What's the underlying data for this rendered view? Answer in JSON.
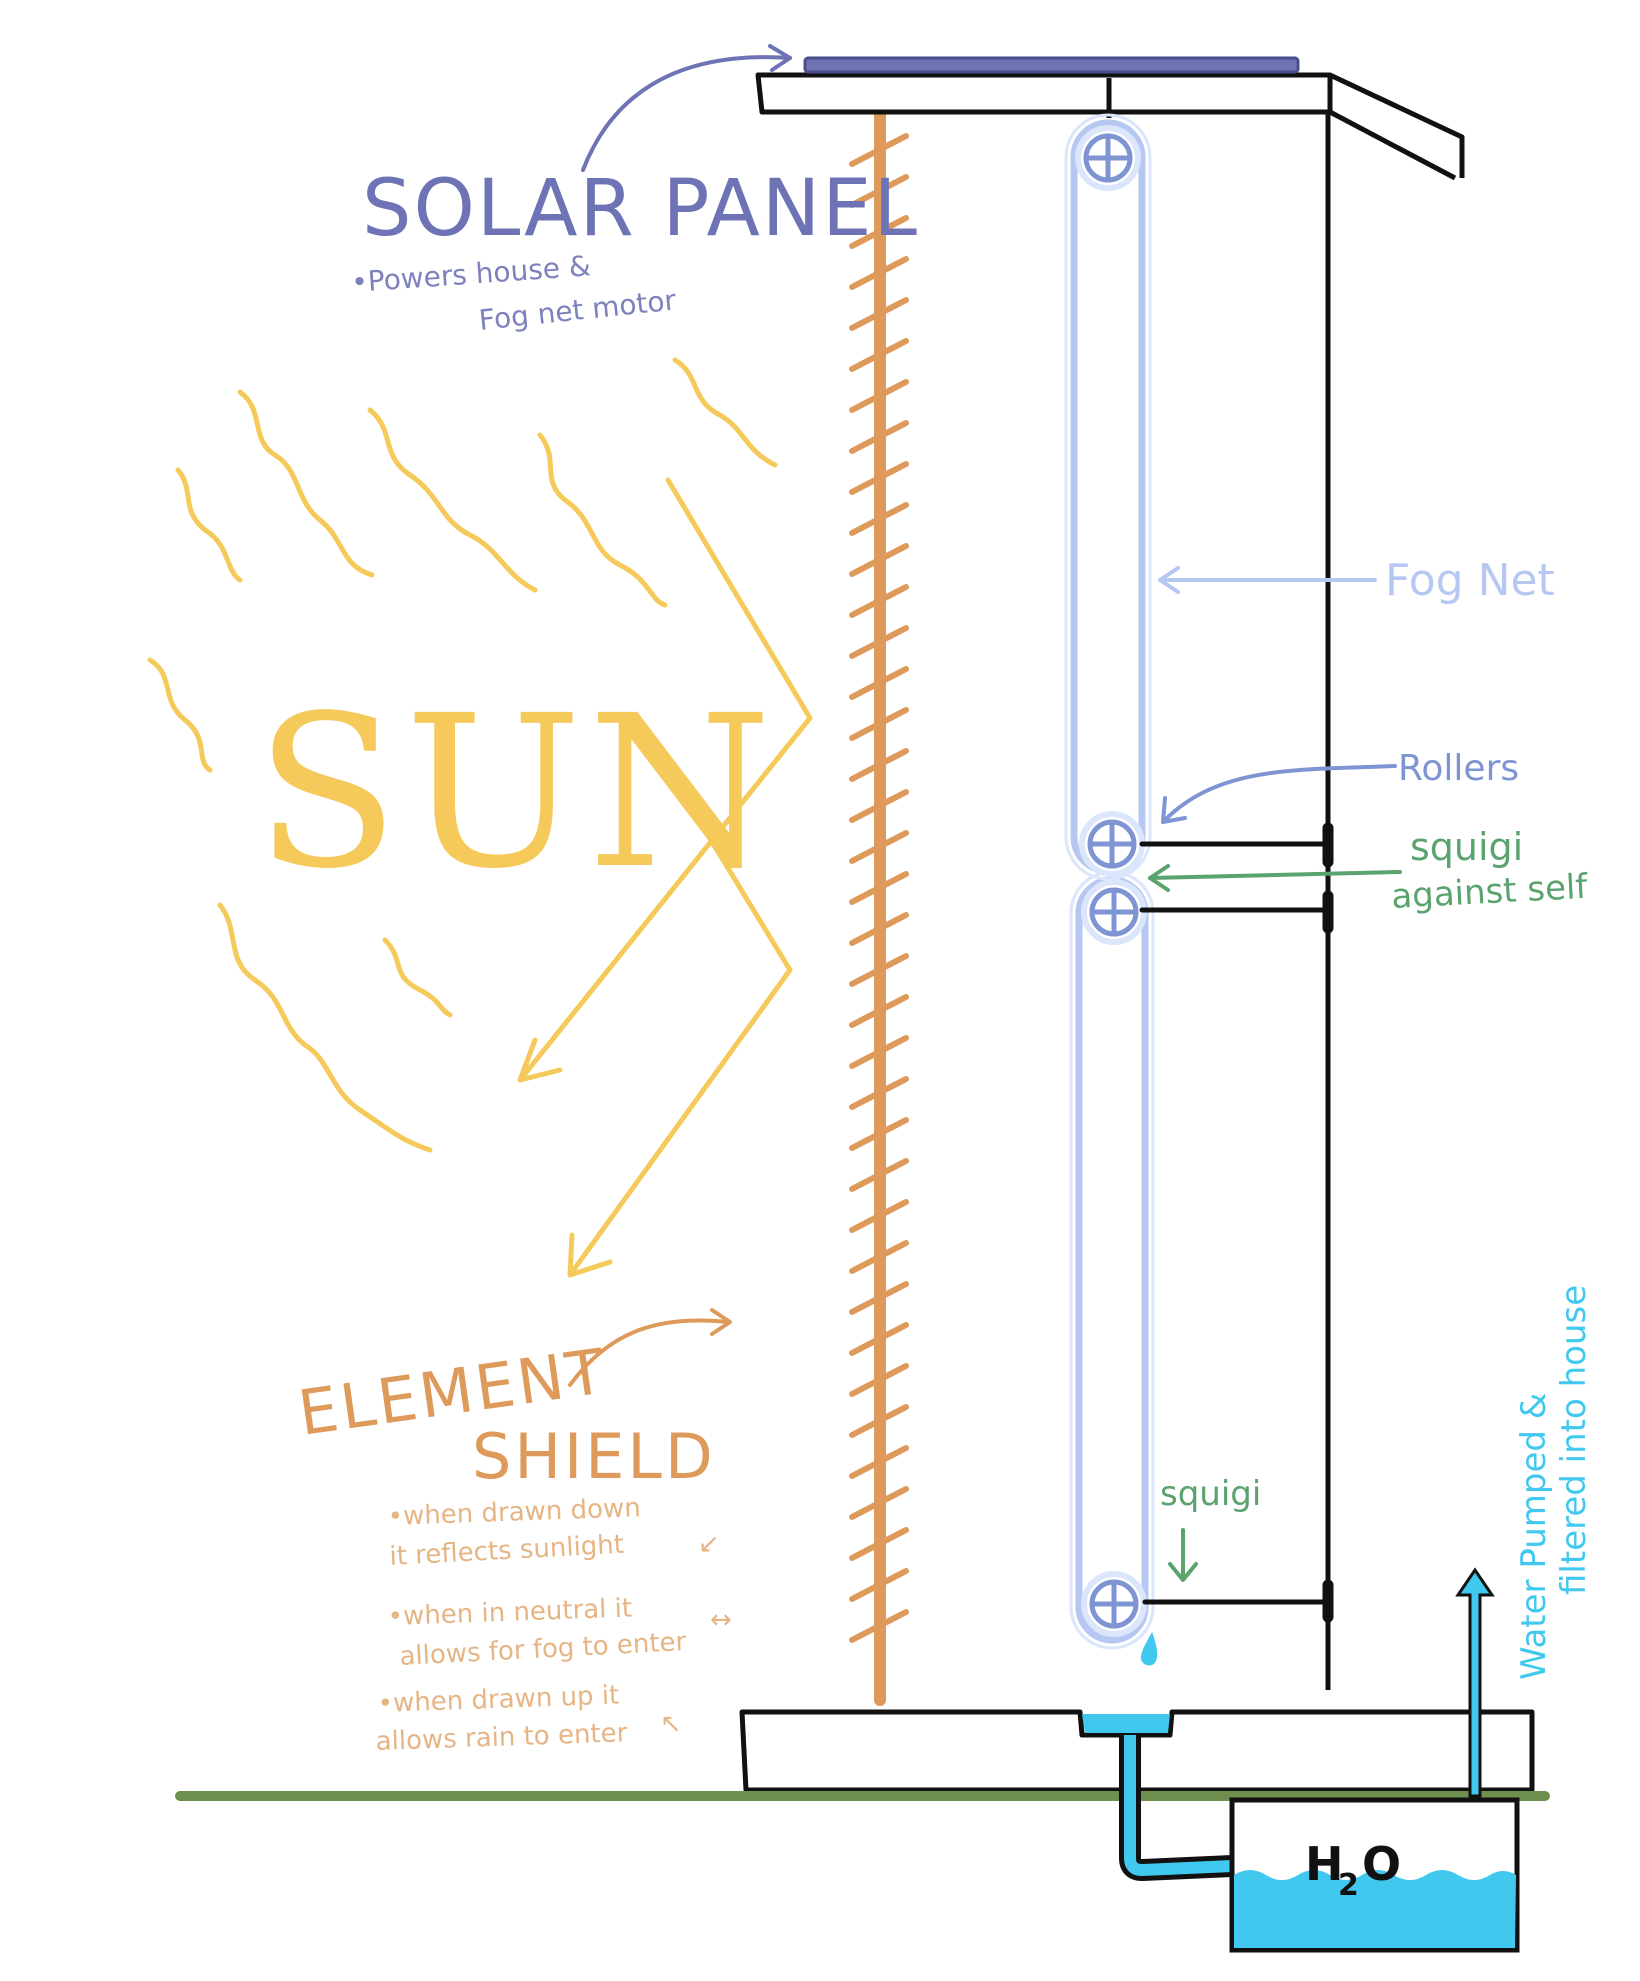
{
  "colors": {
    "solar": "#6e73b5",
    "sun": "#f5c95a",
    "shield": "#dd9a5a",
    "fog_net": "#b6c8f1",
    "rollers": "#7f95d3",
    "squigi": "#5aa36f",
    "water": "#41c8ee",
    "ground": "#6f8f4e",
    "structure": "#111111"
  },
  "labels": {
    "solar_panel": {
      "title": "SOLAR PANEL",
      "note_line1": "•Powers house &",
      "note_line2": "Fog net motor"
    },
    "sun": {
      "title": "SUN"
    },
    "fog_net": {
      "title": "Fog Net"
    },
    "rollers": {
      "title": "Rollers"
    },
    "squigi_top": {
      "line1": "squigi",
      "line2": "against self"
    },
    "squigi_bottom": {
      "title": "squigi"
    },
    "element_shield": {
      "line1": "ELEMENT",
      "line2": "SHIELD",
      "notes": [
        {
          "line1": "•when drawn down",
          "line2": "it reflects sunlight",
          "arrow": "↙"
        },
        {
          "line1": "•when in neutral it",
          "line2": "allows for fog to enter",
          "arrow": "↔"
        },
        {
          "line1": "•when drawn up it",
          "line2": "allows rain to enter",
          "arrow": "↖"
        }
      ]
    },
    "water_pumped": {
      "line1": "Water Pumped &",
      "line2": "filtered into house"
    },
    "tank": {
      "h": "H",
      "sub": "2",
      "o": "O"
    }
  },
  "icons": [
    "arrow-icon",
    "roller-icon",
    "water-drop-icon",
    "sun-ray-icon"
  ]
}
